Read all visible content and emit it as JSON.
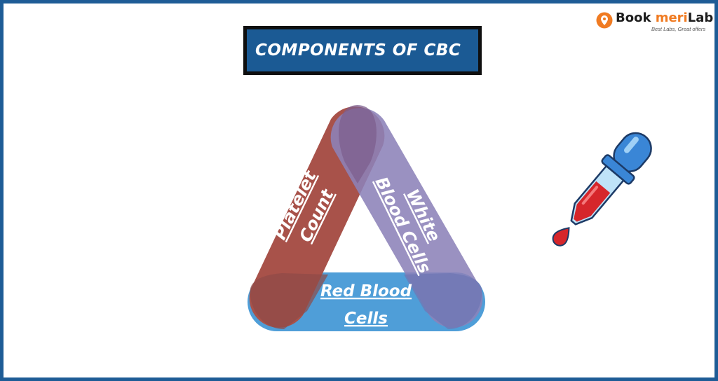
{
  "title": "COMPONENTS OF CBC",
  "logo": {
    "name_part1": "Book",
    "name_part2": "meri",
    "name_part3": "Lab",
    "tagline": "Best Labs, Great offers"
  },
  "components": {
    "platelet": {
      "line1": "Platelet",
      "line2": "Count",
      "color": "#a8524a"
    },
    "wbc": {
      "line1": "White",
      "line2": "Blood Cells",
      "color": "#8c82b8"
    },
    "rbc": {
      "line1": "Red Blood",
      "line2": "Cells",
      "color": "#4f9ed8"
    }
  },
  "colors": {
    "border": "#1e5c96",
    "title_bg": "#1b5a94",
    "dropper_blue": "#3a86d6",
    "blood": "#d6262b"
  },
  "icons": [
    "logo-pin-icon",
    "dropper-icon"
  ]
}
